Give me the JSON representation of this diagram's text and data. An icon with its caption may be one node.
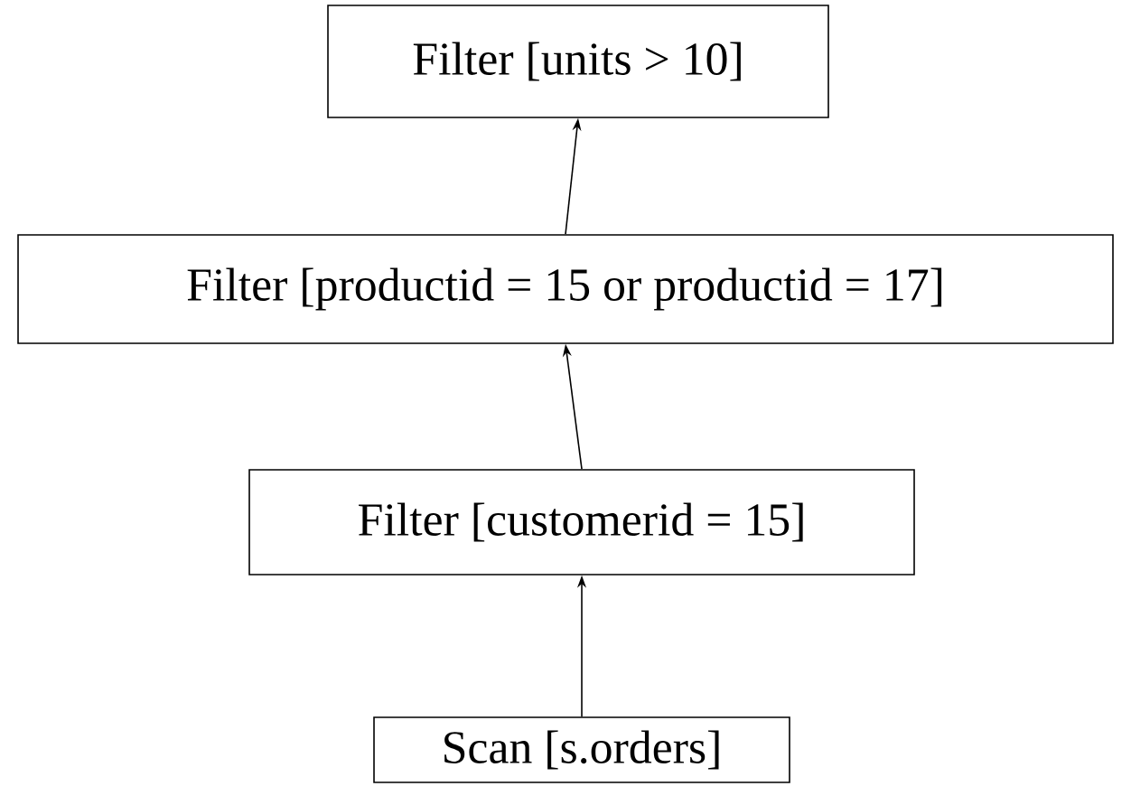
{
  "diagram": {
    "nodes": [
      {
        "text": [
          "Filter [units > 10]"
        ]
      },
      {
        "text": [
          "Filter [productid = 15 or productid = 17]"
        ]
      },
      {
        "text": [
          "Filter [customerid = 15]"
        ]
      },
      {
        "text": [
          "Scan [s.orders]"
        ]
      }
    ],
    "edges": [
      {
        "from": 3,
        "to": 2,
        "arrow": "to"
      },
      {
        "from": 2,
        "to": 1,
        "arrow": "to"
      },
      {
        "from": 1,
        "to": 0,
        "arrow": "to"
      }
    ]
  }
}
